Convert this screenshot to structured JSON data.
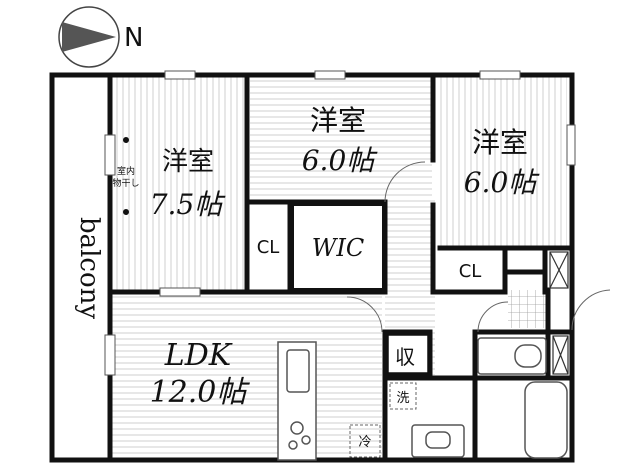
{
  "compass": {
    "north_label": "N"
  },
  "rooms": {
    "bedroom_left": {
      "name": "洋室",
      "size": "7.5帖"
    },
    "bedroom_center": {
      "name": "洋室",
      "size": "6.0帖"
    },
    "bedroom_right": {
      "name": "洋室",
      "size": "6.0帖"
    },
    "ldk": {
      "name": "LDK",
      "size": "12.0帖"
    }
  },
  "balcony_label": "balcony",
  "indoor_drying_label": [
    "室内",
    "物干し"
  ],
  "closet_left": "CL",
  "closet_right": "CL",
  "walk_in_closet": "WIC",
  "storage": "収",
  "washer": "洗",
  "fridge": "冷"
}
